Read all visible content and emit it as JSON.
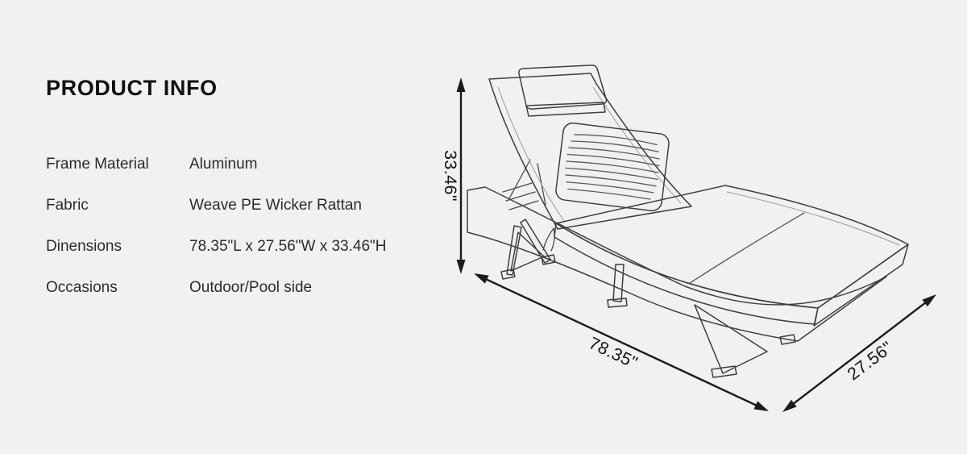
{
  "colors": {
    "background": "#f1f1f2",
    "ink": "#1b1b1b",
    "drawing_stroke": "#3e3e3e"
  },
  "product_info": {
    "title": "PRODUCT INFO",
    "specs": [
      {
        "label": "Frame Material",
        "value": "Aluminum"
      },
      {
        "label": "Fabric",
        "value": "Weave PE Wicker Rattan"
      },
      {
        "label": "Dinensions",
        "value": "78.35\"L x 27.56\"W x 33.46\"H"
      },
      {
        "label": "Occasions",
        "value": "Outdoor/Pool side"
      }
    ]
  },
  "diagram": {
    "subject": "chaise-lounge-line-drawing",
    "dimensions": {
      "height": "33.46\"",
      "length": "78.35\"",
      "width": "27.56\""
    }
  }
}
